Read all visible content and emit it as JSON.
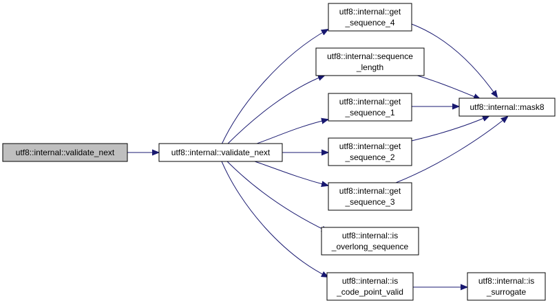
{
  "diagram": {
    "type": "call-graph",
    "edge_color": "#191970",
    "highlight_color": "#bfbfbf",
    "nodes": {
      "root": {
        "lines": [
          "utf8::internal::validate_next"
        ],
        "highlighted": true
      },
      "validate_next": {
        "lines": [
          "utf8::internal::validate_next"
        ]
      },
      "get_sequence_4": {
        "lines": [
          "utf8::internal::get",
          "_sequence_4"
        ]
      },
      "sequence_length": {
        "lines": [
          "utf8::internal::sequence",
          "_length"
        ]
      },
      "get_sequence_1": {
        "lines": [
          "utf8::internal::get",
          "_sequence_1"
        ]
      },
      "get_sequence_2": {
        "lines": [
          "utf8::internal::get",
          "_sequence_2"
        ]
      },
      "get_sequence_3": {
        "lines": [
          "utf8::internal::get",
          "_sequence_3"
        ]
      },
      "is_overlong_sequence": {
        "lines": [
          "utf8::internal::is",
          "_overlong_sequence"
        ]
      },
      "is_code_point_valid": {
        "lines": [
          "utf8::internal::is",
          "_code_point_valid"
        ]
      },
      "mask8": {
        "lines": [
          "utf8::internal::mask8"
        ]
      },
      "is_surrogate": {
        "lines": [
          "utf8::internal::is",
          "_surrogate"
        ]
      }
    },
    "edges": [
      {
        "from": "root",
        "to": "validate_next"
      },
      {
        "from": "validate_next",
        "to": "get_sequence_4"
      },
      {
        "from": "validate_next",
        "to": "sequence_length"
      },
      {
        "from": "validate_next",
        "to": "get_sequence_1"
      },
      {
        "from": "validate_next",
        "to": "get_sequence_2"
      },
      {
        "from": "validate_next",
        "to": "get_sequence_3"
      },
      {
        "from": "validate_next",
        "to": "is_overlong_sequence"
      },
      {
        "from": "validate_next",
        "to": "is_code_point_valid"
      },
      {
        "from": "get_sequence_4",
        "to": "mask8"
      },
      {
        "from": "sequence_length",
        "to": "mask8"
      },
      {
        "from": "get_sequence_1",
        "to": "mask8"
      },
      {
        "from": "get_sequence_2",
        "to": "mask8"
      },
      {
        "from": "get_sequence_3",
        "to": "mask8"
      },
      {
        "from": "is_code_point_valid",
        "to": "is_surrogate"
      }
    ]
  }
}
